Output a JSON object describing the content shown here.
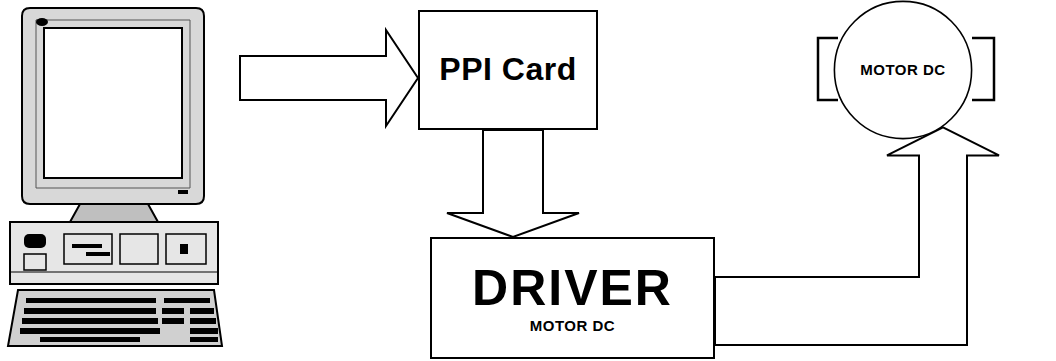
{
  "diagram": {
    "nodes": [
      {
        "text": [
          "PPI Card"
        ]
      },
      {
        "text": [
          "DRIVER",
          "MOTOR DC"
        ]
      },
      {
        "text": [
          "MOTOR DC"
        ]
      }
    ],
    "edges": [
      {
        "from": 0,
        "to": 1,
        "arrow": "to"
      },
      {
        "from": 1,
        "to": 2,
        "arrow": "to"
      }
    ]
  }
}
